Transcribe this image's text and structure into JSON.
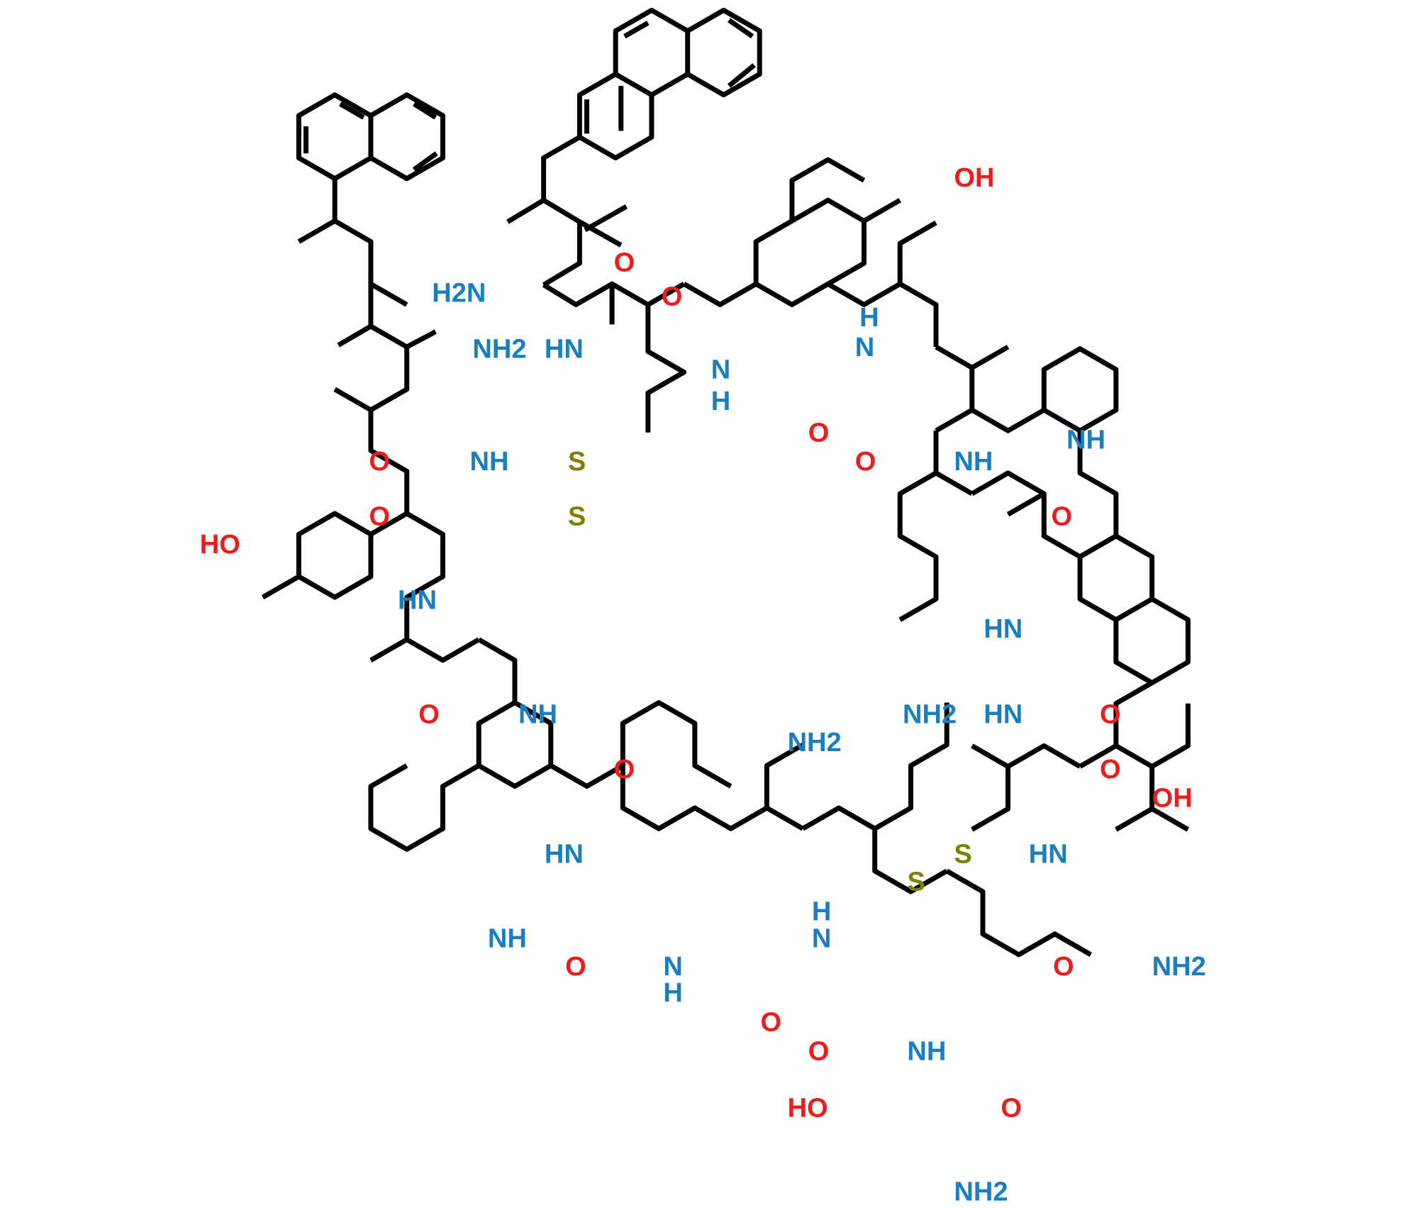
{
  "diagram": {
    "type": "chemical-structure",
    "description": "Cyclic dimer of a lanreotide-like peptide linked by two disulfide bridges",
    "colors": {
      "bond": "#000000",
      "nitrogen": "#1a7fc1",
      "oxygen": "#ee1c1c",
      "sulfur": "#808000"
    },
    "atoms": {
      "nh2_nal_top": "H2N",
      "nh2_nal_left": "NH2",
      "o_top1": "O",
      "hn_top": "HN",
      "o_top2": "O",
      "nh_top": "N",
      "h_top": "H",
      "o_tyr_top": "O",
      "oh_tyr_top": "OH",
      "nh_trp_top": "N",
      "h_trp_top": "H",
      "o_trp_top": "O",
      "nh_indole_top": "NH",
      "nh_lys_top": "NH",
      "o_lys_top": "O",
      "nh2_lys_top": "NH2",
      "hn_val_right": "HN",
      "hn_val_right2": "HN",
      "o_val_right": "O",
      "o_cys_right": "O",
      "oh_thr_right": "OH",
      "hn_thr_right": "HN",
      "o_thr_right": "O",
      "nh2_thr_right": "NH2",
      "s1": "S",
      "s2": "S",
      "s3": "S",
      "s4": "S",
      "o_nal_left": "O",
      "nh_cys_left": "NH",
      "o_cys_left": "O",
      "ho_tyr_left": "HO",
      "hn_tyr_left": "HN",
      "o_tyr_left": "O",
      "nh_trp_left": "NH",
      "o_trp_left": "O",
      "nh_indole_left": "NH",
      "nh2_lys_bottom": "NH2",
      "hn_lys_bottom": "HN",
      "o_lys_bottom": "O",
      "n_val_bottom": "N",
      "h_val_bottom": "H",
      "o_val_bottom": "O",
      "n_cys_bottom": "N",
      "h_cys_bottom": "H",
      "o_cys_bottom": "O",
      "nh_thr_bottom": "NH",
      "ho_thr_bottom": "HO",
      "o_thr_bottom": "O",
      "nh2_thr_bottom": "NH2"
    }
  }
}
